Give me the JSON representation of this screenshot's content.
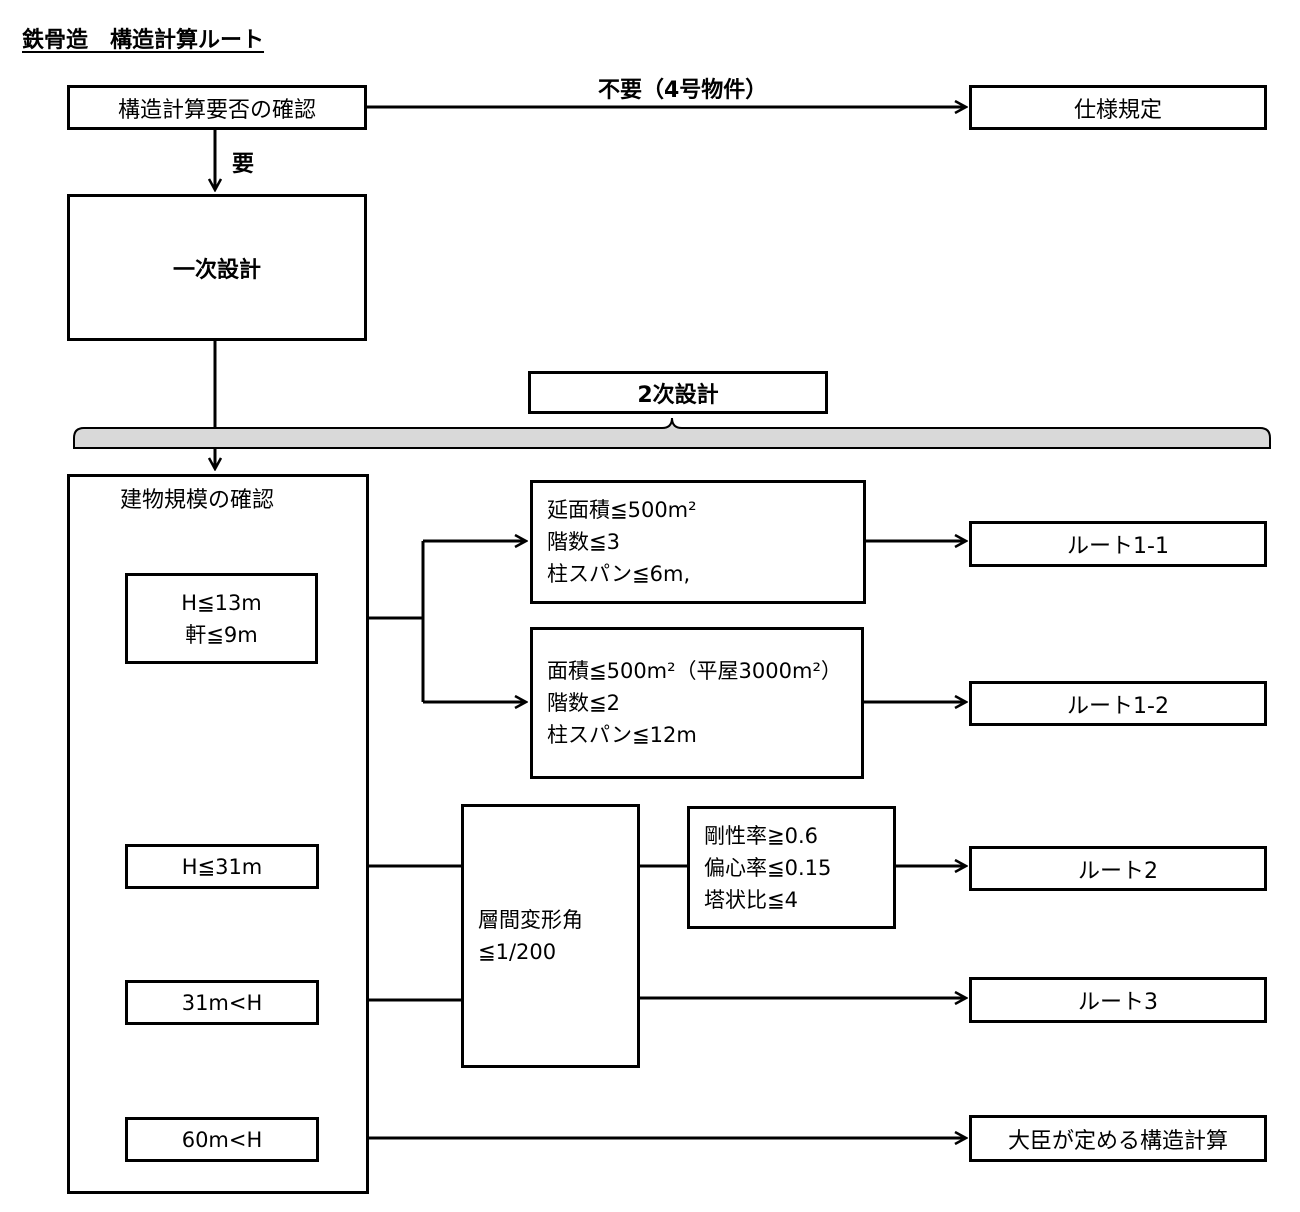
{
  "title": "鉄骨造　構造計算ルート",
  "nodes": {
    "check_need": "構造計算要否の確認",
    "spec": "仕様規定",
    "primary": "一次設計",
    "secondary": "2次設計",
    "scale_check": "建物規模の確認",
    "h13": [
      "H≦13m",
      "軒≦9m"
    ],
    "cond11": [
      "延面積≦500m²",
      "階数≦3",
      "柱スパン≦6m,"
    ],
    "cond12": [
      "面積≦500m²（平屋3000m²）",
      "階数≦2",
      "柱スパン≦12m"
    ],
    "route11": "ルート1-1",
    "route12": "ルート1-2",
    "h31": "H≦31m",
    "drift": [
      "層間変形角",
      "≦1/200"
    ],
    "cond2": [
      "剛性率≧0.6",
      "偏心率≦0.15",
      "塔状比≦4"
    ],
    "route2": "ルート2",
    "h31plus": "31m<H",
    "route3": "ルート3",
    "h60plus": "60m<H",
    "minister": "大臣が定める構造計算"
  },
  "edges": {
    "not_needed": "不要（4号物件）",
    "needed": "要"
  }
}
